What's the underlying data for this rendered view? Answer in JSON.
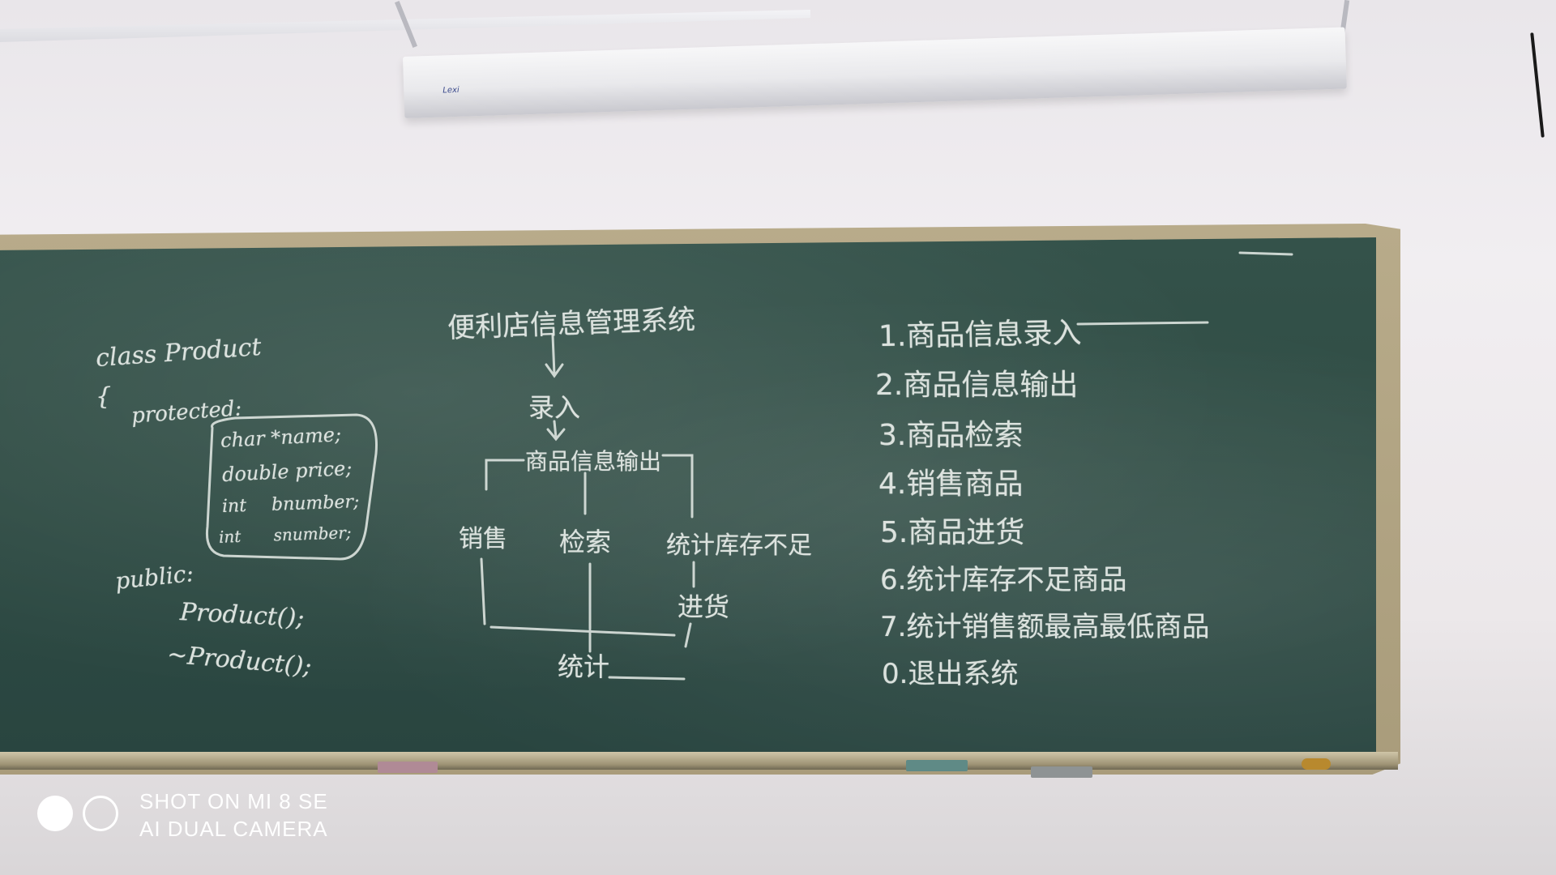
{
  "projector": {
    "logo": "Lexi"
  },
  "board": {
    "code": {
      "class_decl": "class Product",
      "open_brace": "{",
      "protected": "protected:",
      "members": [
        "char *name;",
        "double price;",
        "int bnumber;",
        "int snumber;"
      ],
      "public": "public:",
      "ctor": "Product();",
      "dtor": "~Product();"
    },
    "flow": {
      "title": "便利店信息管理系统",
      "arrow_down": "↓",
      "entry": "录入",
      "output": "商品信息输出",
      "branches": [
        "销售",
        "检索",
        "统计库存不足"
      ],
      "restock": "进货",
      "stats": "统计"
    },
    "menu": [
      "1.商品信息录入",
      "2.商品信息输出",
      "3.商品检索",
      "4.销售商品",
      "5.商品进货",
      "6.统计库存不足商品",
      "7.统计销售额最高最低商品",
      "0.退出系统"
    ]
  },
  "watermark": {
    "line1": "SHOT ON MI 8 SE",
    "line2": "AI DUAL CAMERA"
  },
  "colors": {
    "board": "#2f4c44",
    "chalk": "#e9eeea",
    "frame": "#b8ab8a"
  }
}
